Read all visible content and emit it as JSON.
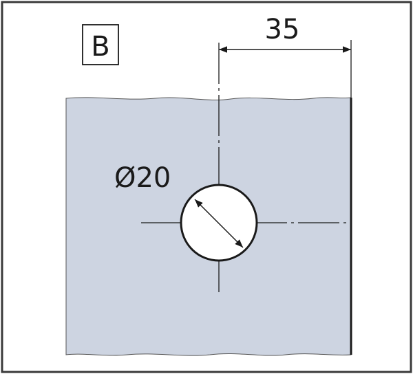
{
  "view": {
    "label": "B"
  },
  "dimensions": {
    "hole_diameter": "Ø20",
    "edge_offset": "35"
  },
  "colors": {
    "panel": "#cdd4e1",
    "line": "#1a1a1a",
    "frame": "#3a3a3a",
    "hole": "#ffffff",
    "background": "#ffffff"
  }
}
